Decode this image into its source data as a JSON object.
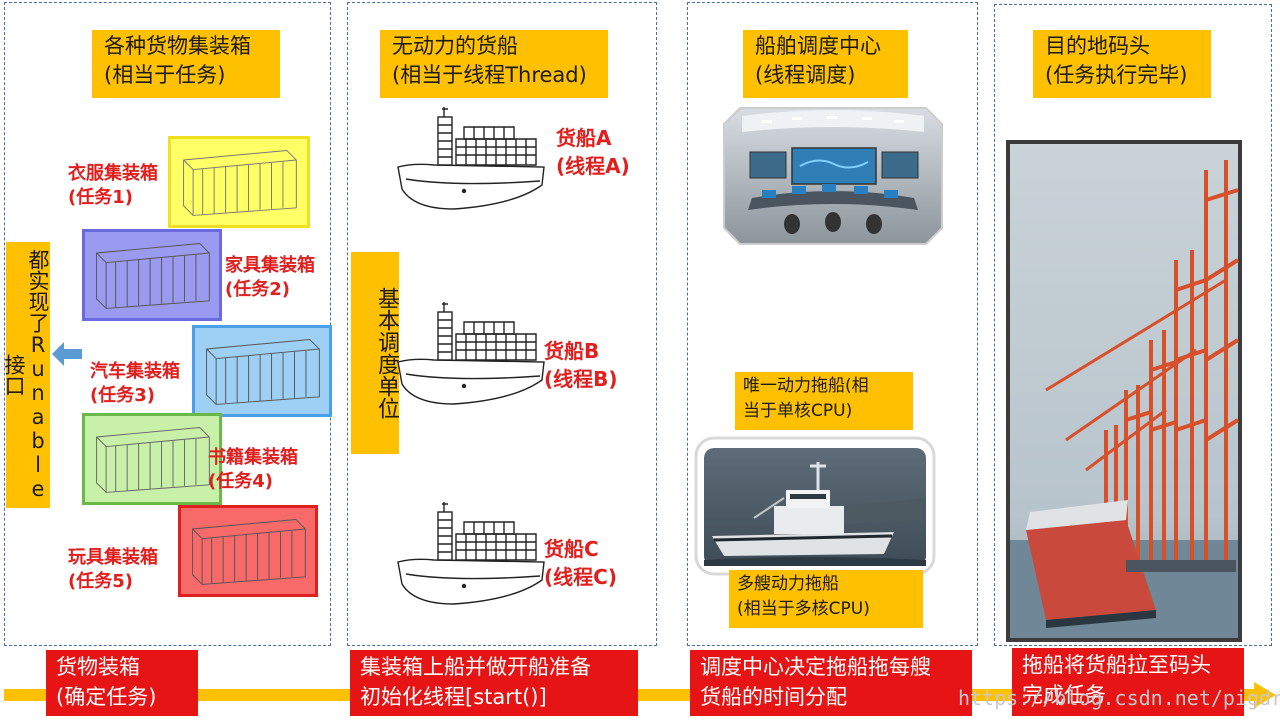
{
  "panel1": {
    "title_line1": "各种货物集装箱",
    "title_line2": "(相当于任务)",
    "containers": [
      {
        "name": "衣服集装箱",
        "task": "(任务1)",
        "color": "#ffff66",
        "border": "#f0e020"
      },
      {
        "name": "家具集装箱",
        "task": "(任务2)",
        "color": "#9a9af0",
        "border": "#6a6ae0"
      },
      {
        "name": "汽车集装箱",
        "task": "(任务3)",
        "color": "#9ed0f5",
        "border": "#4aa0e8"
      },
      {
        "name": "书籍集装箱",
        "task": "(任务4)",
        "color": "#c8f0a8",
        "border": "#6ab84a"
      },
      {
        "name": "玩具集装箱",
        "task": "(任务5)",
        "color": "#f86a6a",
        "border": "#e02020"
      }
    ],
    "runnable_label": "都实现了Runable接口"
  },
  "panel2": {
    "title_line1": "无动力的货船",
    "title_line2": "(相当于线程Thread)",
    "ships": [
      {
        "name": "货船A",
        "thread": "(线程A)"
      },
      {
        "name": "货船B",
        "thread": "(线程B)"
      },
      {
        "name": "货船C",
        "thread": "(线程C)"
      }
    ],
    "basic_unit_label": "基本调度单位"
  },
  "panel3": {
    "title_line1": "船舶调度中心",
    "title_line2": "(线程调度)",
    "single_tug_line1": "唯一动力拖船(相",
    "single_tug_line2": "当于单核CPU)",
    "multi_tug_line1": "多艘动力拖船",
    "multi_tug_line2": "(相当于多核CPU)"
  },
  "panel4": {
    "title_line1": "目的地码头",
    "title_line2": "(任务执行完毕)"
  },
  "bottom": {
    "step1_line1": "货物装箱",
    "step1_line2": "(确定任务)",
    "step2_line1": "集装箱上船并做开船准备",
    "step2_line2": "初始化线程[start()]",
    "step3_line1": "调度中心决定拖船拖每艘",
    "step3_line2": "货船的时间分配",
    "step4_line1": "拖船将货船拉至码头",
    "step4_line2": "完成任务"
  },
  "watermark": "https://blog.csdn.net/pigdream",
  "colors": {
    "accent": "#ffc000",
    "red": "#e61414",
    "arrow": "#ffc000"
  }
}
